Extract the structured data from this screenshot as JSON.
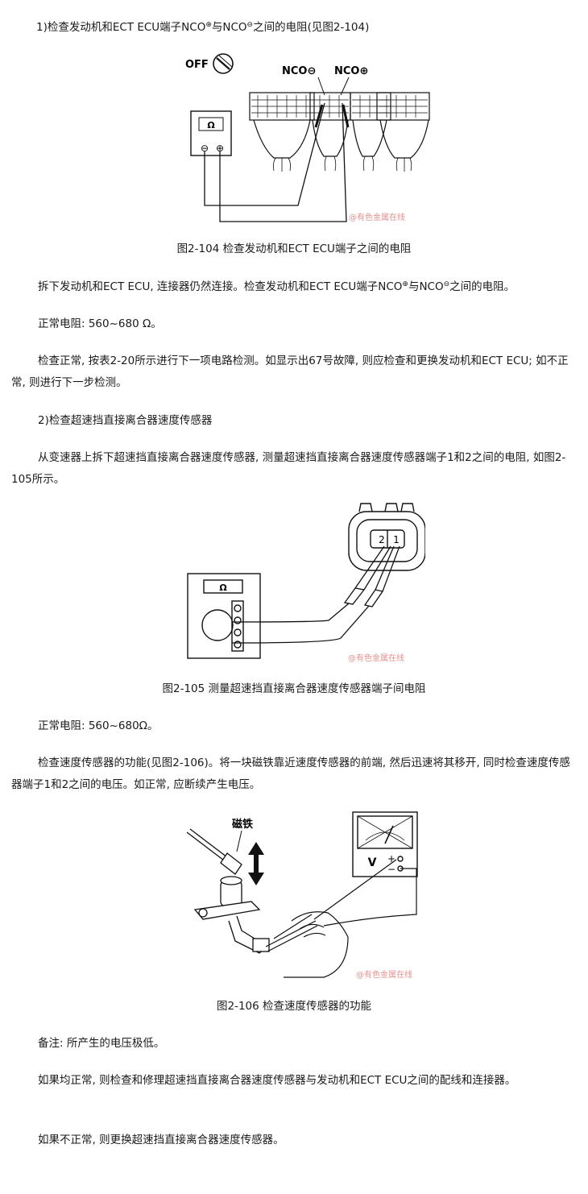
{
  "section1": {
    "heading_prefix": "1)检查发动机和ECT ECU端子NCO",
    "plus_sign": "⊕",
    "heading_mid": "与NCO",
    "minus_sign": "⊖",
    "heading_suffix": "之间的电阻(见图2-104)"
  },
  "fig104": {
    "off_label": "OFF",
    "nco_minus_label": "NCO⊖",
    "nco_plus_label": "NCO⊕",
    "meter_symbol": "Ω",
    "meter_minus": "⊖",
    "meter_plus": "⊕",
    "watermark": "@有色金属在线",
    "caption": "图2-104 检查发动机和ECT ECU端子之间的电阻"
  },
  "para1": {
    "prefix": "拆下发动机和ECT ECU, 连接器仍然连接。检查发动机和ECT ECU端子NCO",
    "mid": "与NCO",
    "suffix": "之间的电阻。"
  },
  "normal_res_1": "正常电阻: 560~680 Ω。",
  "para2": "检查正常, 按表2-20所示进行下一项电路检测。如显示出67号故障, 则应检查和更换发动机和ECT ECU; 如不正常, 则进行下一步检测。",
  "section2_heading": "2)检查超速挡直接离合器速度传感器",
  "para3": "从变速器上拆下超速挡直接离合器速度传感器, 测量超速挡直接离合器速度传感器端子1和2之间的电阻, 如图2-105所示。",
  "fig105": {
    "terminal_2": "2",
    "terminal_1": "1",
    "meter_symbol": "Ω",
    "watermark": "@有色金属在线",
    "caption": "图2-105 测量超速挡直接离合器速度传感器端子间电阻"
  },
  "normal_res_2": "正常电阻: 560~680Ω。",
  "para4": "检查速度传感器的功能(见图2-106)。将一块磁铁靠近速度传感器的前端, 然后迅速将其移开, 同时检查速度传感器端子1和2之间的电压。如正常, 应断续产生电压。",
  "fig106": {
    "magnet_label": "磁铁",
    "meter_v": "V",
    "meter_plus": "+",
    "meter_minus": "−",
    "watermark": "@有色金属在线",
    "caption": "图2-106 检查速度传感器的功能"
  },
  "note": "备注: 所产生的电压极低。",
  "para5": "如果均正常, 则检查和修理超速挡直接离合器速度传感器与发动机和ECT ECU之间的配线和连接器。",
  "para6": "如果不正常, 则更换超速挡直接离合器速度传感器。"
}
